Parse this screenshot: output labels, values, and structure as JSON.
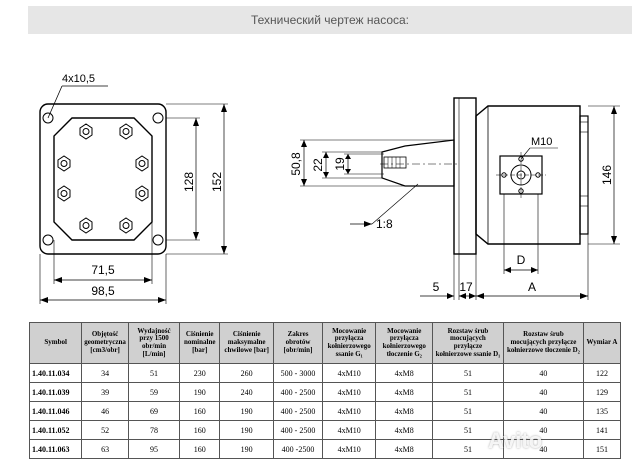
{
  "title": "Технический чертеж насоса:",
  "drawing": {
    "front_view": {
      "holes_label": "4x10,5",
      "dim_inner_height": "128",
      "dim_outer_height": "152",
      "dim_inner_width": "71,5",
      "dim_outer_width": "98,5"
    },
    "side_view": {
      "dim_50_8": "50,8",
      "dim_22": "22",
      "dim_19": "19",
      "taper_label": "1:8",
      "thread_label": "M10",
      "dim_146": "146",
      "dim_D": "D",
      "dim_5": "5",
      "dim_17": "17",
      "dim_A": "A"
    }
  },
  "table": {
    "headers": [
      "Symbol",
      "Objętość geometryczna [cm3/obr]",
      "Wydajność przy 1500 obr/min [L/min]",
      "Ciśnienie nominalne [bar]",
      "Ciśnienie maksymalne chwilowe [bar]",
      "Zakres obrotów [obr/min]",
      "Mocowanie przyłącza kołnierzowego ssanie G₁",
      "Mocowanie przyłącza kołnierzowego tłoczenie G₂",
      "Rozstaw śrub mocujących przyłącze kołnierzowe ssanie D₁",
      "Rozstaw śrub mocujących przyłącze kołnierzowe tłoczenie D₂",
      "Wymiar A"
    ],
    "rows": [
      [
        "1.40.11.034",
        "34",
        "51",
        "230",
        "260",
        "500 - 3000",
        "4xM10",
        "4xM8",
        "51",
        "40",
        "122"
      ],
      [
        "1.40.11.039",
        "39",
        "59",
        "190",
        "240",
        "400 - 2500",
        "4xM10",
        "4xM8",
        "51",
        "40",
        "129"
      ],
      [
        "1.40.11.046",
        "46",
        "69",
        "160",
        "190",
        "400 - 2500",
        "4xM10",
        "4xM8",
        "51",
        "40",
        "135"
      ],
      [
        "1.40.11.052",
        "52",
        "78",
        "160",
        "190",
        "400 - 2500",
        "4xM10",
        "4xM8",
        "51",
        "40",
        "141"
      ],
      [
        "1.40.11.063",
        "63",
        "95",
        "160",
        "190",
        "400 -2500",
        "4xM10",
        "4xM8",
        "51",
        "40",
        "151"
      ]
    ]
  },
  "watermark": "Avito",
  "colors": {
    "header_bg": "#d0d0d0",
    "title_bg": "#e6e6e6",
    "line": "#000000"
  }
}
